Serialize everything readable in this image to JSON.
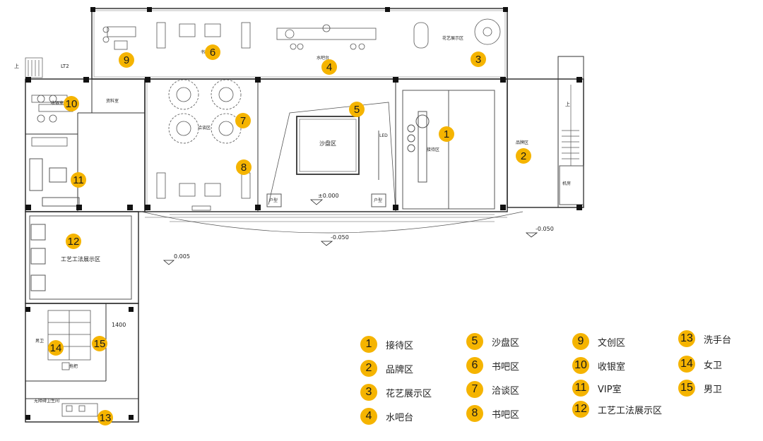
{
  "accent_color": "#F5B400",
  "badges": [
    "1",
    "2",
    "3",
    "4",
    "5",
    "6",
    "7",
    "8",
    "9",
    "10",
    "11",
    "12",
    "13",
    "14",
    "15"
  ],
  "legend": [
    {
      "num": "1",
      "label": "接待区"
    },
    {
      "num": "2",
      "label": "品牌区"
    },
    {
      "num": "3",
      "label": "花艺展示区"
    },
    {
      "num": "4",
      "label": "水吧台"
    },
    {
      "num": "5",
      "label": "沙盘区"
    },
    {
      "num": "6",
      "label": "书吧区"
    },
    {
      "num": "7",
      "label": "洽谈区"
    },
    {
      "num": "8",
      "label": "书吧区"
    },
    {
      "num": "9",
      "label": "文创区"
    },
    {
      "num": "10",
      "label": "收银室"
    },
    {
      "num": "11",
      "label": "VIP室"
    },
    {
      "num": "12",
      "label": "工艺工法展示区"
    },
    {
      "num": "13",
      "label": "洗手台"
    },
    {
      "num": "14",
      "label": "女卫"
    },
    {
      "num": "15",
      "label": "男卫"
    }
  ],
  "plan_labels": {
    "sand_table": "沙盘区",
    "craft_hall": "工艺工法展示区",
    "material_room": "资料室",
    "cashier": "收银室",
    "machine_room": "机房",
    "elevator": "LT2",
    "stair_up_left": "上",
    "stair_up_right": "上",
    "led": "LED",
    "household_a": "户型",
    "household_b": "户型",
    "accessible_wc": "无障碍卫生间",
    "mop": "拖把",
    "male_wc": "男卫",
    "nego_small": "洽谈区",
    "water_bar_small": "水吧台",
    "reception_small": "接待区",
    "brand_small": "品牌区",
    "flower_small": "花艺展示区",
    "book_small": "书吧区"
  },
  "elevations": {
    "main": "±0.000",
    "ext_a": "-0.050",
    "ext_b": "-0.050",
    "ramp": "0.005"
  },
  "dimension_text": "1400"
}
